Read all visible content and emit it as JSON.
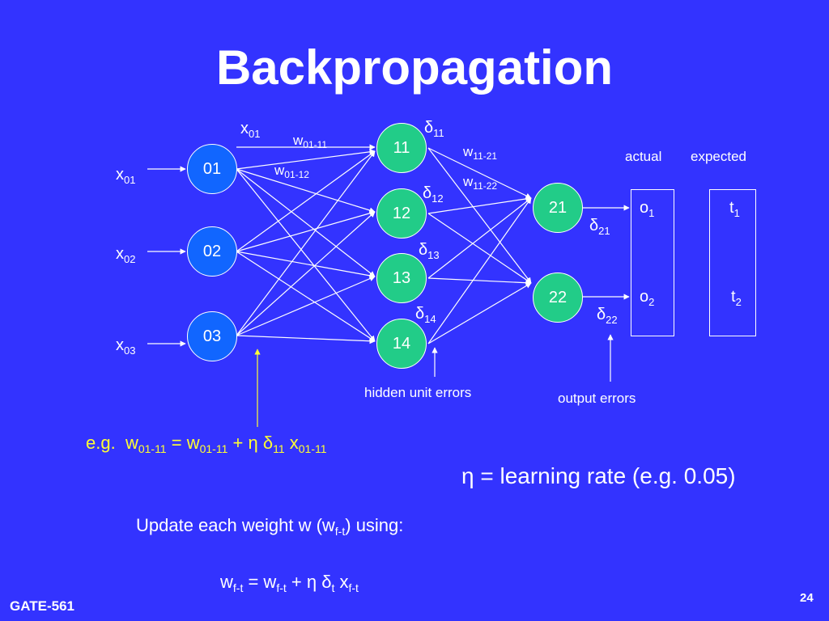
{
  "title": "Backpropagation",
  "nodes": {
    "input": [
      "01",
      "02",
      "03"
    ],
    "hidden": [
      "11",
      "12",
      "13",
      "14"
    ],
    "output": [
      "21",
      "22"
    ]
  },
  "inputs": [
    {
      "base": "x",
      "sub": "01"
    },
    {
      "base": "x",
      "sub": "02"
    },
    {
      "base": "x",
      "sub": "03"
    }
  ],
  "top_input": {
    "base": "x",
    "sub": "01"
  },
  "weights": [
    {
      "base": "w",
      "sub": "01-11"
    },
    {
      "base": "w",
      "sub": "01-12"
    },
    {
      "base": "w",
      "sub": "11-21"
    },
    {
      "base": "w",
      "sub": "11-22"
    }
  ],
  "hidden_deltas": [
    {
      "base": "δ",
      "sub": "11"
    },
    {
      "base": "δ",
      "sub": "12"
    },
    {
      "base": "δ",
      "sub": "13"
    },
    {
      "base": "δ",
      "sub": "14"
    }
  ],
  "output_deltas": [
    {
      "base": "δ",
      "sub": "21"
    },
    {
      "base": "δ",
      "sub": "22"
    }
  ],
  "actual_header": "actual",
  "expected_header": "expected",
  "actual": [
    {
      "base": "o",
      "sub": "1"
    },
    {
      "base": "o",
      "sub": "2"
    }
  ],
  "expected": [
    {
      "base": "t",
      "sub": "1"
    },
    {
      "base": "t",
      "sub": "2"
    }
  ],
  "hidden_errors_label": "hidden unit errors",
  "output_errors_label": "output errors",
  "example": {
    "prefix": "e.g.",
    "w1": "w",
    "w1_sub": "01-11",
    "eq": "=",
    "w2": "w",
    "w2_sub": "01-11",
    "plus": "+ η δ",
    "d_sub": "11",
    "x": "x",
    "x_sub": "01-11"
  },
  "learning_rate": "η = learning rate (e.g. 0.05)",
  "update": {
    "text_before": "Update each weight w (w",
    "sub": "f-t",
    "text_after": ") using:"
  },
  "formula": {
    "w1": "w",
    "w1_sub": "f-t",
    "eq": "= w",
    "w2_sub": "f-t",
    "plus": "+ η δ",
    "d_sub": "t",
    "x": "x",
    "x_sub": "f-t"
  },
  "footer": "GATE-561",
  "page_number": "24",
  "colors": {
    "background": "#3333ff",
    "input_node": "#1166ff",
    "hidden_node": "#22cc88",
    "example_text": "#ffff33"
  }
}
